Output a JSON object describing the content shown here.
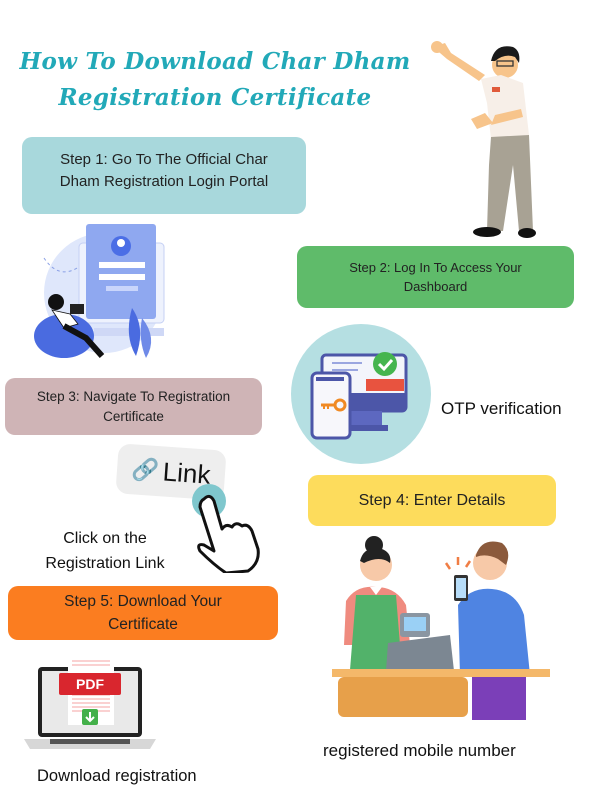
{
  "title": {
    "line1": "How To Download Char Dham",
    "line2": "Registration Certificate",
    "color": "#22a9b8"
  },
  "steps": [
    {
      "line1": "Step 1: Go To The Official Char",
      "line2": "Dham Registration Login Portal",
      "color": "#a8d8dc"
    },
    {
      "line1": "Step 2: Log In To Access Your",
      "line2": "Dashboard",
      "color": "#5fbb6a"
    },
    {
      "line1": "Step 3: Navigate To Registration",
      "line2": "Certificate",
      "color": "#cfb4b6"
    },
    {
      "line1": "Step 4: Enter Details",
      "line2": "",
      "color": "#fddc5c"
    },
    {
      "line1": "Step 5: Download Your",
      "line2": "Certificate",
      "color": "#fb7d20"
    }
  ],
  "captions": {
    "otp": "OTP verification",
    "click_line1": "Click on the",
    "click_line2": "Registration Link",
    "mobile": "registered mobile number",
    "download": "Download registration"
  },
  "illustrations": {
    "link_chip_text": "Link",
    "pdf_label": "PDF",
    "presenter": "presenter-man-illustration",
    "login": "login-portal-illustration",
    "otp": "otp-verification-illustration",
    "click": "hand-click-link-illustration",
    "mobile": "shop-counter-mobile-illustration",
    "download": "laptop-pdf-download-illustration"
  }
}
